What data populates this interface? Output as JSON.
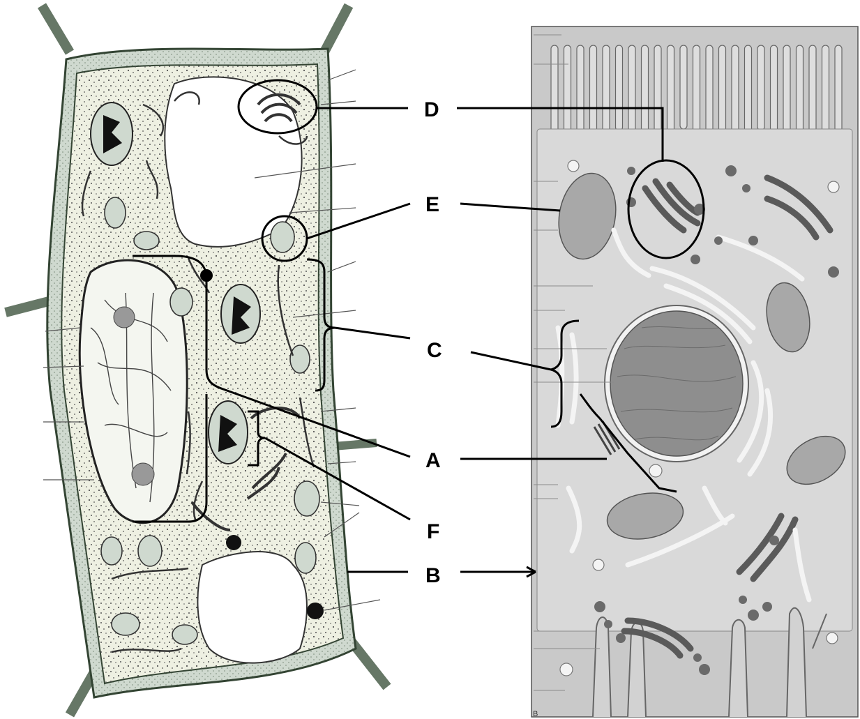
{
  "labels": {
    "A": "A",
    "B": "B",
    "C": "C",
    "D": "D",
    "E": "E",
    "F": "F"
  },
  "corner_mark": "B",
  "colors": {
    "plant_cytoplasm": "#eef0e2",
    "wall": "#cfd9cf",
    "animal_background": "#c9c9c9",
    "animal_cytoplasm": "#dadada",
    "nucleus_dark": "#8c8c8c",
    "leader": "#000000"
  },
  "figure_parts": [
    "plant-cell",
    "animal-cell"
  ]
}
